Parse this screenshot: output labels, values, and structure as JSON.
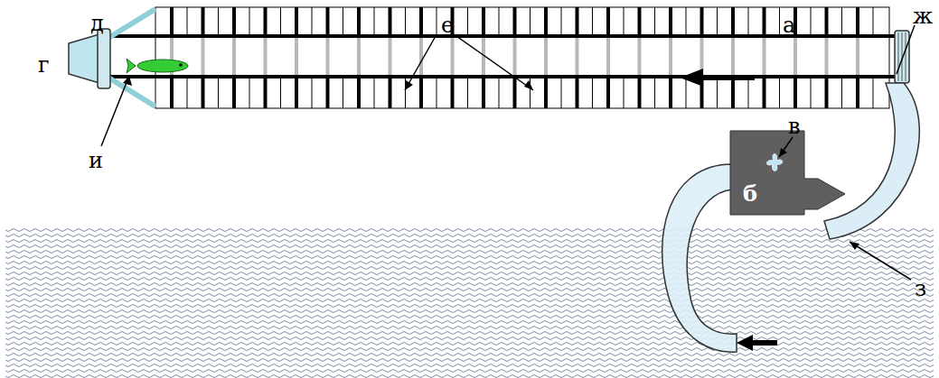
{
  "diagram": {
    "nodes": [
      {
        "text": [
          "б"
        ]
      }
    ],
    "labels": [
      "д",
      "г",
      "и",
      "е",
      "а",
      "ж",
      "в",
      "з"
    ]
  }
}
